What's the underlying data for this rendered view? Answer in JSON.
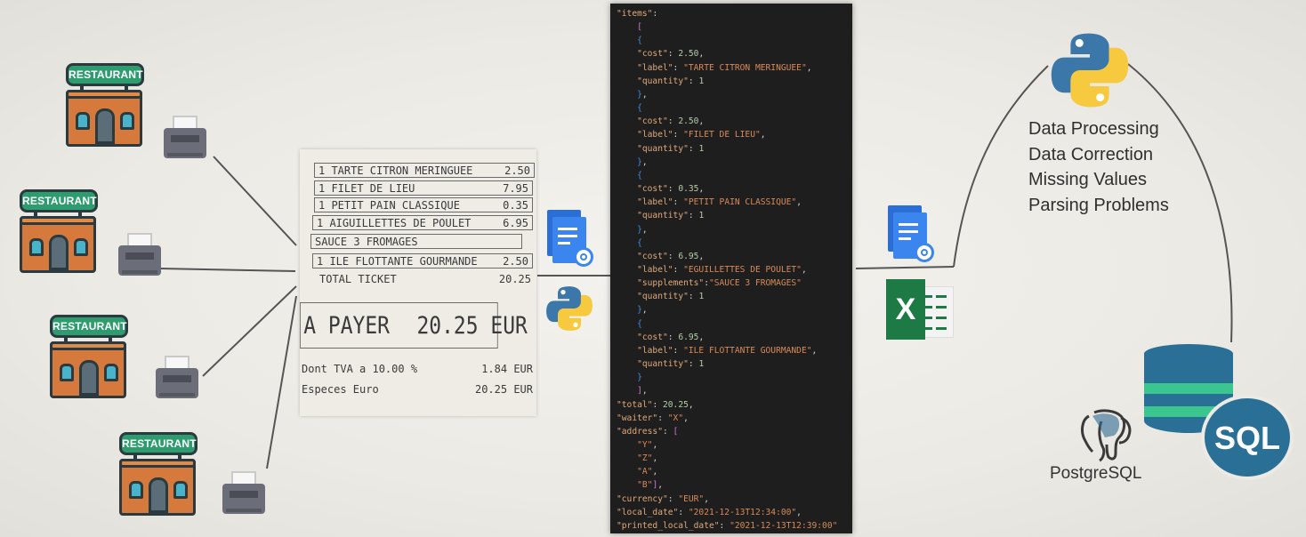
{
  "restaurants": [
    {
      "label": "RESTAURANT"
    },
    {
      "label": "RESTAURANT"
    },
    {
      "label": "RESTAURANT"
    },
    {
      "label": "RESTAURANT"
    }
  ],
  "receipt": {
    "lines": [
      {
        "text": "1 TARTE CITRON MERINGUEE",
        "amount": "2.50"
      },
      {
        "text": "1 FILET DE LIEU",
        "amount": "7.95"
      },
      {
        "text": "1 PETIT PAIN CLASSIQUE",
        "amount": "0.35"
      },
      {
        "text": "1 AIGUILLETTES DE POULET",
        "amount": "6.95"
      },
      {
        "text": "SAUCE 3 FROMAGES",
        "amount": ""
      },
      {
        "text": "1 ILE FLOTTANTE GOURMANDE",
        "amount": "2.50"
      },
      {
        "text": "TOTAL TICKET",
        "amount": "20.25"
      }
    ],
    "pay_label": "A PAYER",
    "pay_amount": "20.25 EUR",
    "tva_label": "Dont TVA a 10.00 %",
    "tva_amount": "1.84 EUR",
    "cash_label": "Especes Euro",
    "cash_amount": "20.25 EUR"
  },
  "json_items": [
    {
      "cost": "2.50",
      "label": "\"TARTE CITRON MERINGUEE\"",
      "quantity": "1"
    },
    {
      "cost": "2.50",
      "label": "\"FILET DE LIEU\"",
      "quantity": "1"
    },
    {
      "cost": "0.35",
      "label": "\"PETIT PAIN CLASSIQUE\"",
      "quantity": "1"
    },
    {
      "cost": "6.95",
      "label": "\"EGUILLETTES DE POULET\"",
      "supplements": "\"SAUCE 3 FROMAGES\"",
      "quantity": "1"
    },
    {
      "cost": "6.95",
      "label": "\"ILE FLOTTANTE GOURMANDE\"",
      "quantity": "1"
    }
  ],
  "json_fields": {
    "total": "20.25",
    "waiter": "\"X\"",
    "address": [
      "\"Y\"",
      "\"Z\"",
      "\"A\"",
      "\"B\""
    ],
    "currency": "\"EUR\"",
    "local_date": "\"2021-12-13T12:34:00\"",
    "printed_local_date": "\"2021-12-13T12:39:00\""
  },
  "processing_steps": [
    "Data Processing",
    "Data Correction",
    "Missing Values",
    "Parsing Problems"
  ],
  "excel_letter": "X",
  "postgres_label": "PostgreSQL",
  "sql_label": "SQL",
  "colors": {
    "python_blue": "#3b77a8",
    "python_yellow": "#f7c93e",
    "excel_green": "#1d7a45",
    "db_blue": "#2a6f96",
    "db_green": "#3cc68f",
    "code_bg": "#1e1e1e"
  }
}
